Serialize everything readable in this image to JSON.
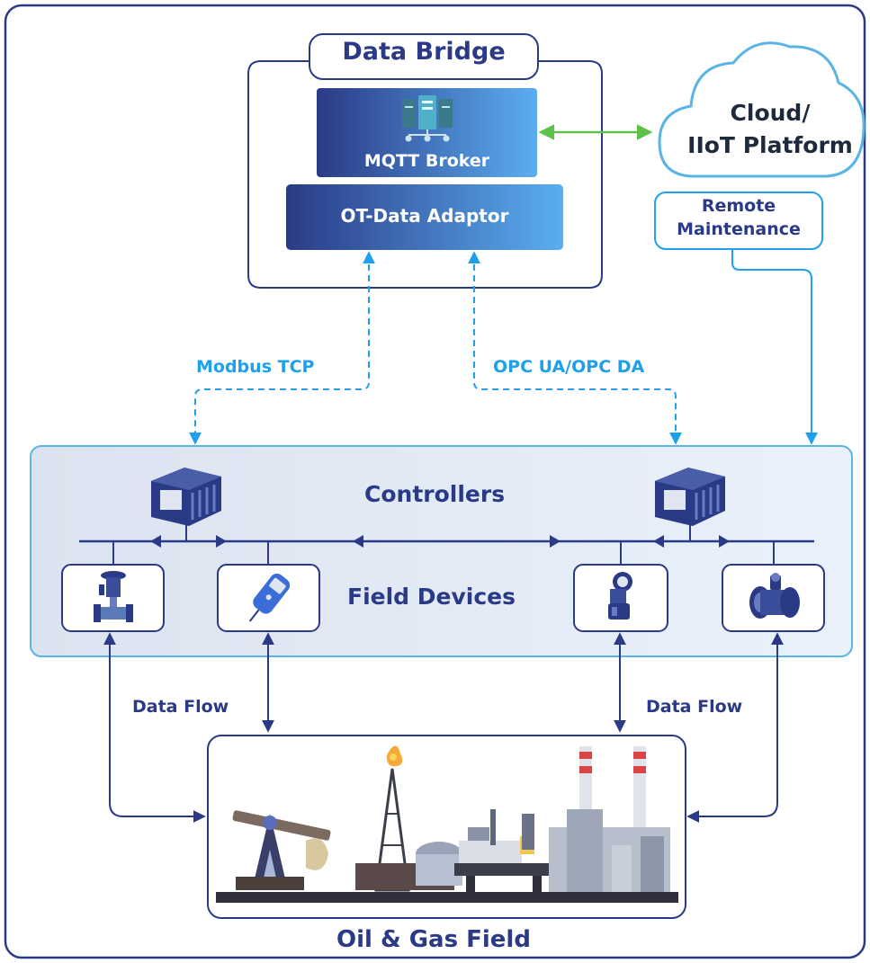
{
  "data_bridge": {
    "title": "Data Bridge",
    "broker_label": "MQTT Broker",
    "adaptor_label": "OT-Data Adaptor"
  },
  "cloud": {
    "line1": "Cloud/",
    "line2": "IIoT Platform"
  },
  "remote": {
    "line1": "Remote",
    "line2": "Maintenance"
  },
  "protocols": {
    "modbus": "Modbus TCP",
    "opc": "OPC UA/OPC DA"
  },
  "layers": {
    "controllers": "Controllers",
    "field_devices": "Field Devices"
  },
  "flows": {
    "left": "Data Flow",
    "right": "Data Flow"
  },
  "field": {
    "title": "Oil & Gas Field"
  },
  "colors": {
    "navy": "#2b3a86",
    "sky": "#1ea0ee",
    "green": "#5cc04a",
    "panel": "#e6edf7"
  },
  "icons": [
    "server-icon",
    "plc-controller-icon",
    "control-valve-icon",
    "handheld-communicator-icon",
    "transmitter-icon",
    "flow-meter-icon",
    "oil-gas-field-illustration"
  ]
}
